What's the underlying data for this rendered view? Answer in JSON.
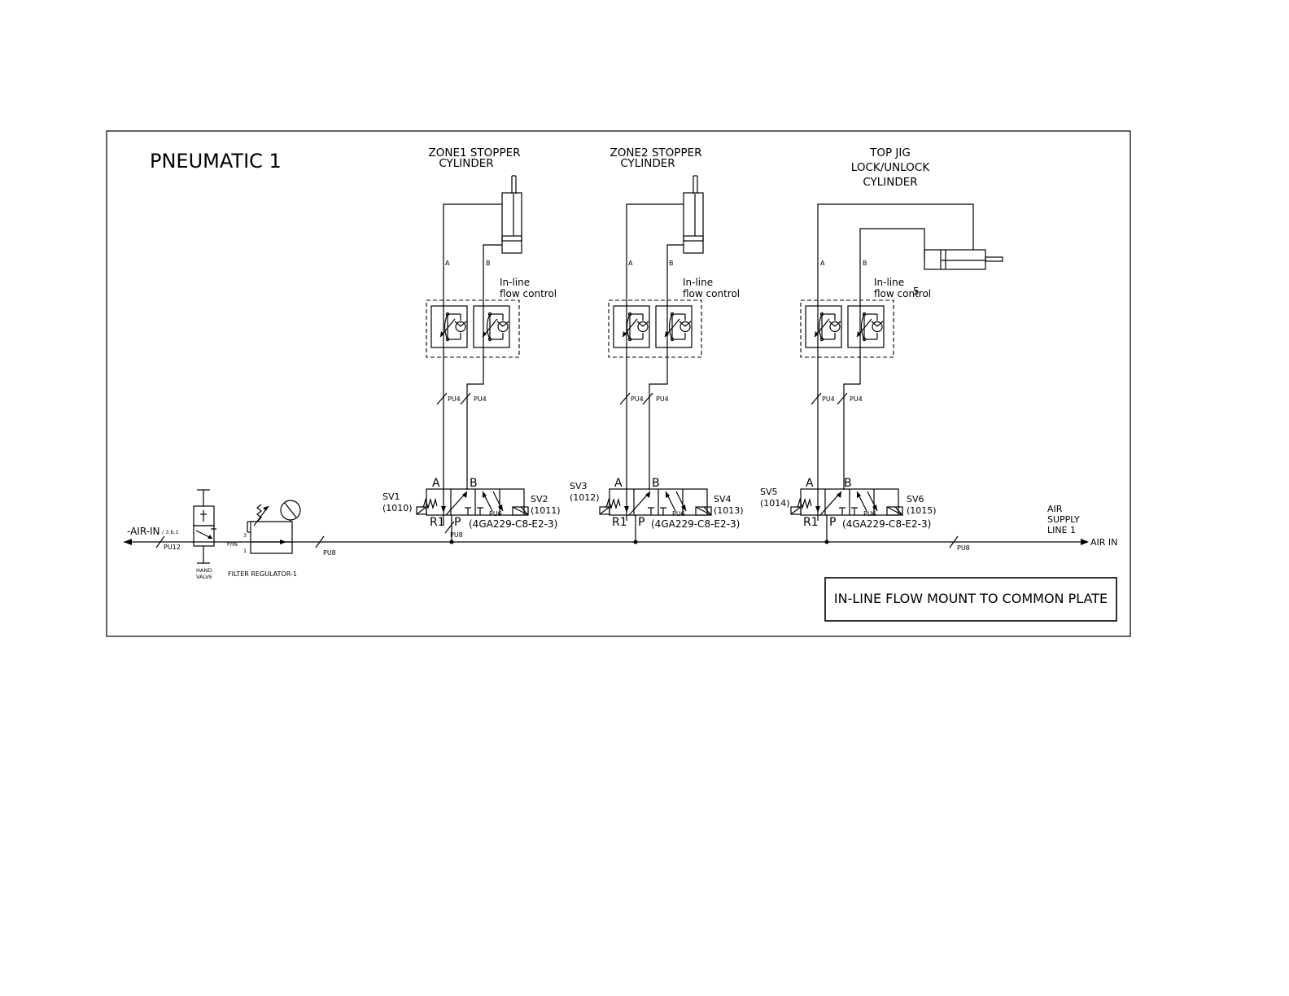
{
  "title": "PNEUMATIC 1",
  "note": "IN-LINE FLOW MOUNT TO COMMON PLATE",
  "air_in_left": "-AIR-IN",
  "air_in_left_ref": "/ 3.b.1",
  "air_in_right": "AIR IN",
  "air_supply": [
    "AIR",
    "SUPPLY",
    "LINE 1"
  ],
  "hand_valve": [
    "HAND",
    "VALVE"
  ],
  "filter_regulator": "FILTER REGULATOR-1",
  "pipes": {
    "pu12": "PU12",
    "pu8": "PU8",
    "pu4": "PU4",
    "pu6": "PU6",
    "pin": "P/IN"
  },
  "regulator_ports": {
    "port3": "3",
    "port1": "1"
  },
  "port_labels": {
    "a": "A",
    "b": "B",
    "r1": "R1",
    "p": "P"
  },
  "flow_control_label": [
    "In-line",
    "flow control"
  ],
  "zones": [
    {
      "title": [
        "ZONE1 STOPPER",
        "CYLINDER"
      ],
      "sv_left": "SV1",
      "sv_left_code": "(1010)",
      "sv_right": "SV2",
      "sv_right_code": "(1011)",
      "valve_model": "(4GA229-C8-E2-3)"
    },
    {
      "title": [
        "ZONE2 STOPPER",
        "CYLINDER"
      ],
      "sv_left": "SV3",
      "sv_left_code": "(1012)",
      "sv_right": "SV4",
      "sv_right_code": "(1013)",
      "valve_model": "(4GA229-C8-E2-3)"
    },
    {
      "title": [
        "TOP JIG",
        "LOCK/UNLOCK",
        "CYLINDER"
      ],
      "sv_left": "SV5",
      "sv_left_code": "(1014)",
      "sv_right": "SV6",
      "sv_right_code": "(1015)",
      "valve_model": "(4GA229-C8-E2-3)"
    }
  ],
  "stray_mark": "5"
}
